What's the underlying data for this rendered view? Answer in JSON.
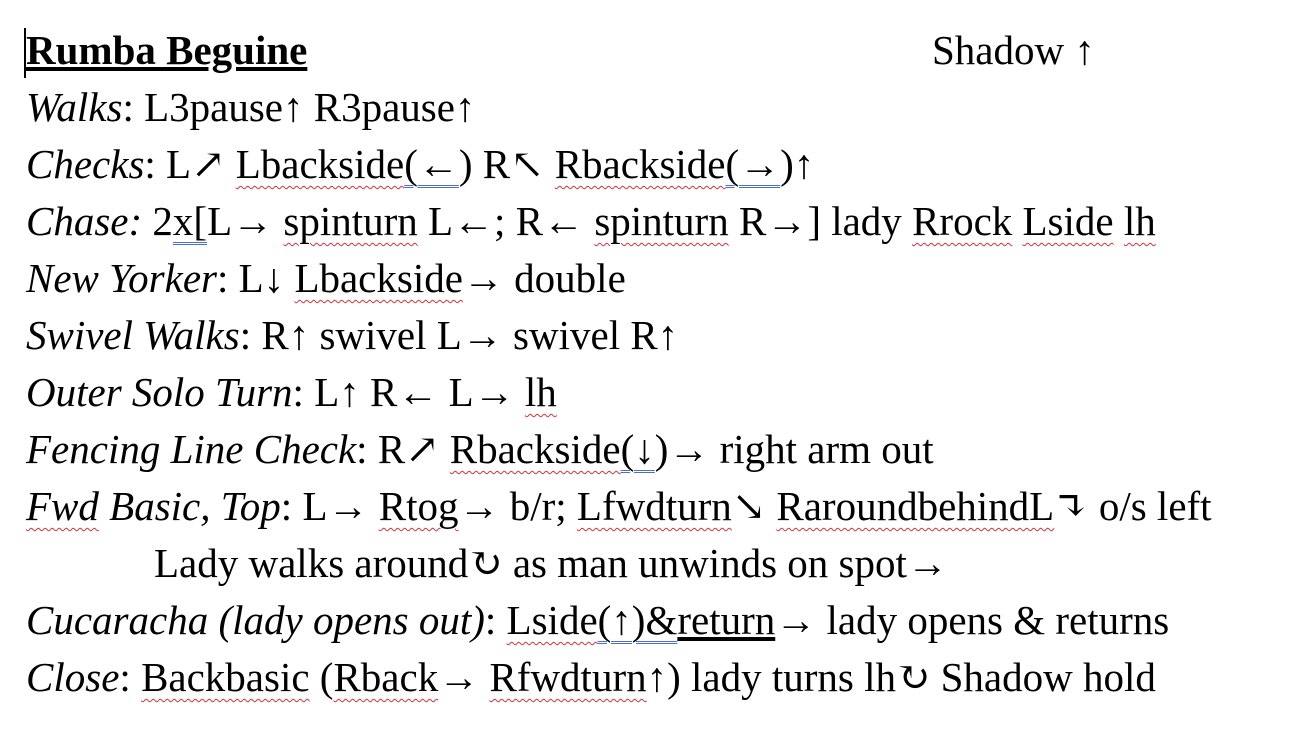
{
  "header": {
    "title": "Rumba Beguine",
    "shadow": "Shadow ↑"
  },
  "lines": [
    {
      "term": "Walks",
      "after_term": ": L3pause↑ R3pause↑"
    },
    {
      "term": "Checks",
      "after_term": ": L↗ ",
      "w1": "Lbackside",
      "w2": "(←",
      "w3": ") R↖ ",
      "w4": "Rbackside",
      "w5": "(→",
      "w6": ")↑"
    },
    {
      "term": "Chase:",
      "w1": " 2",
      "w2": "x[",
      "w3": "L→ ",
      "w4": "spinturn",
      "w5": " L←; R← ",
      "w6": "spinturn",
      "w7": " R→] lady ",
      "w8": "Rrock",
      "w9": " ",
      "w10": "Lside",
      "w11": " ",
      "w12": "lh"
    },
    {
      "term": "New Yorker",
      "w1": ": L↓ ",
      "w2": "Lbackside",
      "w3": "→ double"
    },
    {
      "term": "Swivel Walks",
      "after_term": ": R↑ swivel L→ swivel R↑"
    },
    {
      "term": "Outer Solo Turn",
      "w1": ": L↑ R← L→ ",
      "w2": "lh"
    },
    {
      "term": "Fencing Line Check",
      "w1": ": R↗ ",
      "w2": "Rbackside",
      "w3": "(↓",
      "w4": ")→ right arm out"
    },
    {
      "term1": "Fwd",
      "term2": " Basic, Top",
      "w1": ": L→ ",
      "w2": "Rtog",
      "w3": "→ b/r; ",
      "w4": "Lfwdturn",
      "w5": "↘ ",
      "w6": "RaroundbehindL",
      "w7": "↴ o/s left"
    },
    {
      "text": "Lady walks around↻ as man unwinds on spot→"
    },
    {
      "term": "Cucaracha (lady opens out)",
      "w1": ": ",
      "w2": "Lside",
      "w3": "(↑)&",
      "w4": "return",
      "w5": "→ lady opens & returns"
    },
    {
      "term": "Close",
      "w1": ": ",
      "w2": "Backbasic",
      "w3": " (",
      "w4": "Rback",
      "w5": "→ ",
      "w6": "Rfwdturn",
      "w7": "↑) lady turns lh↻ Shadow hold"
    }
  ]
}
